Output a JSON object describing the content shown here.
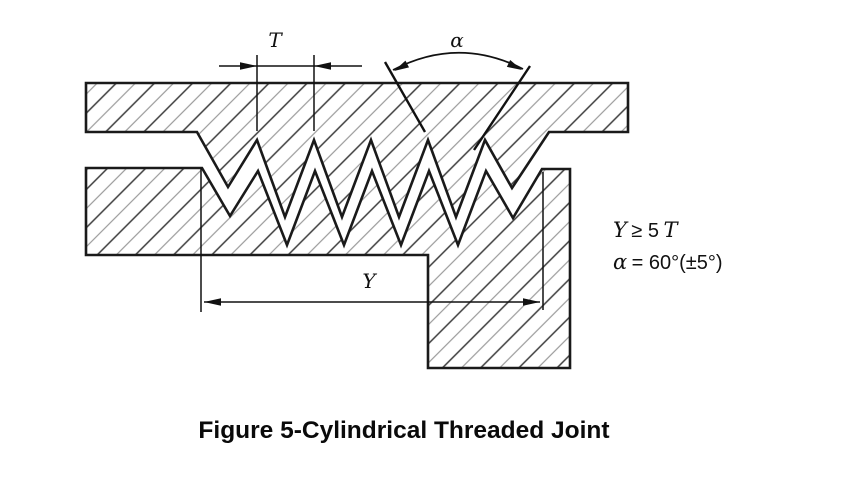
{
  "figure": {
    "caption": "Figure 5-Cylindrical Threaded Joint",
    "labels": {
      "pitch": "T",
      "angle": "α",
      "engagement": "Y"
    },
    "annotations": {
      "note_engagement": {
        "var": "Y",
        "rest": " ≥ 5",
        "var2": "T"
      },
      "note_angle": {
        "var": "α",
        "rest": " = 60°(±5°)",
        "var2": ""
      }
    },
    "colors": {
      "outline": "#1a1a1a",
      "dimension_lines": "#111111",
      "hatch_dark": "#3c3c3c",
      "hatch_light": "#9b9b9b",
      "background": "#ffffff"
    }
  }
}
